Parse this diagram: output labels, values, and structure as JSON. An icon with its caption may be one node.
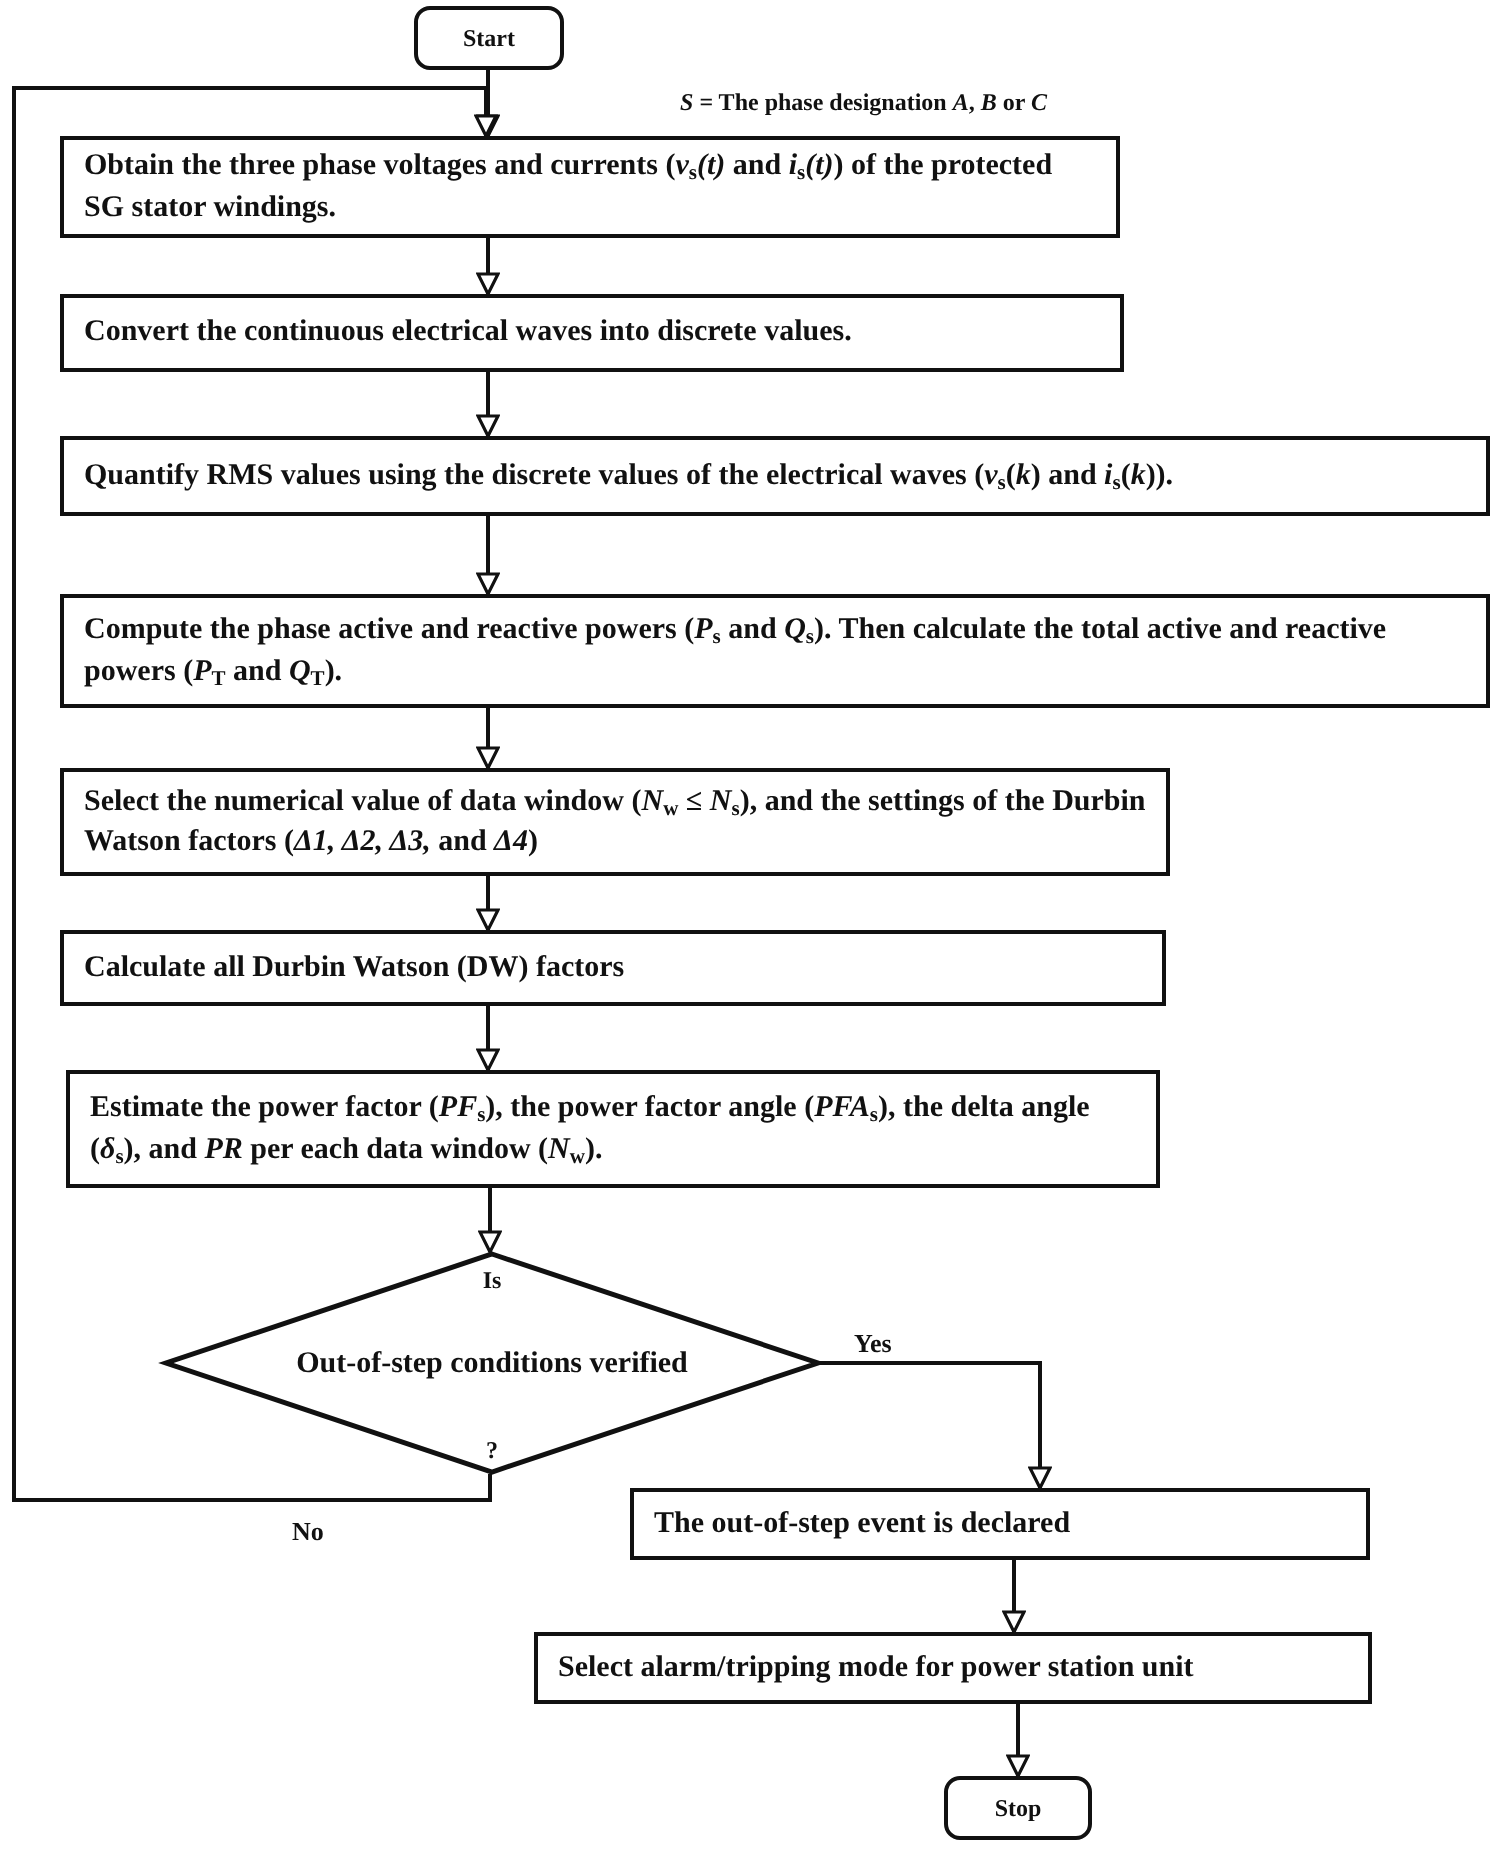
{
  "diagram": {
    "nodes": [
      {
        "text": [
          "Start"
        ]
      },
      {
        "text": [
          "Obtain the three phase voltages and currents (*v*$_{s}$*(t)* and *i*$_{s}$*(t)*) of the protected SG stator windings."
        ]
      },
      {
        "text": [
          "Convert the continuous electrical waves into discrete values."
        ]
      },
      {
        "text": [
          "Quantify RMS values using the discrete values of the electrical waves (*v*$_{s}$(*k*) and *i*$_{s}$(*k*))."
        ]
      },
      {
        "text": [
          "Compute the phase active and reactive powers (*P*$_{s}$ and *Q*$_{s}$). Then calculate the total active and reactive powers (*P*$_{T}$ and *Q*$_{T}$)."
        ]
      },
      {
        "text": [
          "Select the numerical value of data window (*N*$_{w}$ ≤ *N*$_{s}$), and the settings of the Durbin Watson factors (*Δ1, Δ2, Δ3,*  and *Δ4*)"
        ]
      },
      {
        "text": [
          "Calculate all Durbin Watson (DW) factors"
        ]
      },
      {
        "text": [
          "Estimate the power factor (*PF*$_{s}$), the power factor angle (*PFA*$_{s}$), the delta angle (*δ*$_{s}$), and *PR* per each data window (*N*$_{w}$)."
        ]
      },
      {
        "text": [
          "Is",
          "Out-of-step conditions verified",
          "?"
        ]
      },
      {
        "text": [
          "The out-of-step event is declared"
        ]
      },
      {
        "text": [
          "Select alarm/tripping mode for power station unit"
        ]
      },
      {
        "text": [
          "Stop"
        ]
      }
    ],
    "edges": [
      {
        "from": 0,
        "to": 1,
        "arrow": "to"
      },
      {
        "from": 1,
        "to": 2,
        "arrow": "to"
      },
      {
        "from": 2,
        "to": 3,
        "arrow": "to"
      },
      {
        "from": 3,
        "to": 4,
        "arrow": "to"
      },
      {
        "from": 4,
        "to": 5,
        "arrow": "to"
      },
      {
        "from": 5,
        "to": 6,
        "arrow": "to"
      },
      {
        "from": 6,
        "to": 7,
        "arrow": "to"
      },
      {
        "from": 7,
        "to": 8,
        "arrow": "to"
      },
      {
        "from": 8,
        "to": 9,
        "arrow": "to",
        "label": "Yes"
      },
      {
        "from": 8,
        "to": 1,
        "arrow": "to",
        "label": "No"
      },
      {
        "from": 9,
        "to": 10,
        "arrow": "to"
      },
      {
        "from": 10,
        "to": 11,
        "arrow": "to"
      }
    ],
    "labels": [
      "*S* = The phase designation *A*, *B* or *C*"
    ]
  }
}
